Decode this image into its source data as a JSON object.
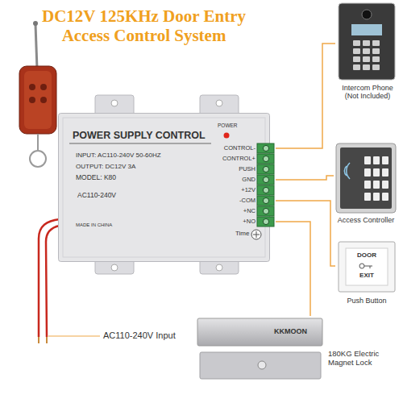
{
  "diagram": {
    "title": "DC12V 125KHz Door Entry Access Control System",
    "nodes": [
      {
        "text": [
          "POWER SUPPLY CONTROL",
          "POWER",
          "INPUT: AC110-240V 50-60HZ",
          "OUTPUT: DC12V 3A",
          "MODEL: K80",
          "AC110-240V",
          "MADE IN CHINA",
          "Time"
        ]
      },
      {
        "text": [
          "CONTROL-",
          "CONTROL+",
          "PUSH",
          "GND",
          "+12V",
          "-COM",
          "+NC",
          "+NO"
        ],
        "in": 0
      },
      {
        "text": [
          "Intercom Phone (Not Included)"
        ]
      },
      {
        "text": [
          "Access Controller"
        ]
      },
      {
        "text": [
          "DOOR",
          "EXIT",
          "Push Button"
        ]
      },
      {
        "text": [
          "KKMOON",
          "180KG Electric Magnet Lock"
        ]
      }
    ],
    "edges": [
      {
        "from": 1,
        "to": 2,
        "arrow": "none"
      },
      {
        "from": 1,
        "to": 3,
        "arrow": "none"
      },
      {
        "from": 1,
        "to": 4,
        "arrow": "none"
      },
      {
        "from": 1,
        "to": 5,
        "arrow": "none"
      }
    ],
    "labels": [
      "AC110-240V Input"
    ]
  }
}
